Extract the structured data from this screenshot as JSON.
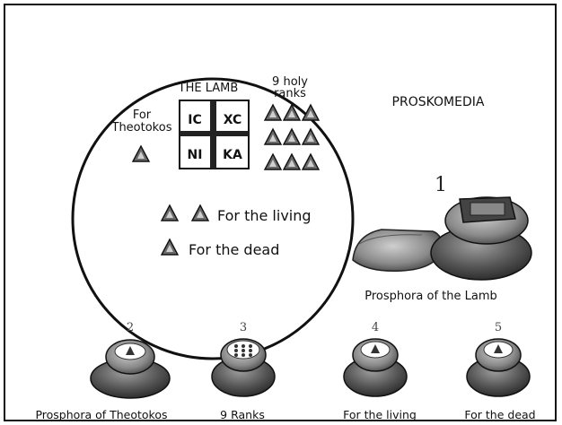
{
  "title": "PROSKOMEDIA",
  "paten": {
    "lamb_label": "THE LAMB",
    "lamb_letters": [
      "IC",
      "XC",
      "NI",
      "KA"
    ],
    "ranks_label_line1": "9 holy",
    "ranks_label_line2": "ranks",
    "theotokos_label_line1": "For",
    "theotokos_label_line2": "Theotokos",
    "living_label": "For the living",
    "dead_label": "For the dead"
  },
  "main_loaf": {
    "number": "1",
    "caption": "Prosphora of the Lamb"
  },
  "loaves": [
    {
      "number": "2",
      "caption": "Prosphora of Theotokos"
    },
    {
      "number": "3",
      "caption": "9 Ranks"
    },
    {
      "number": "4",
      "caption": "For the living"
    },
    {
      "number": "5",
      "caption": "For the dead"
    }
  ],
  "colors": {
    "ink": "#111111",
    "particle": "#6a6a6a",
    "bread_dark": "#3a3a3a",
    "bread_mid": "#8a8a8a"
  }
}
